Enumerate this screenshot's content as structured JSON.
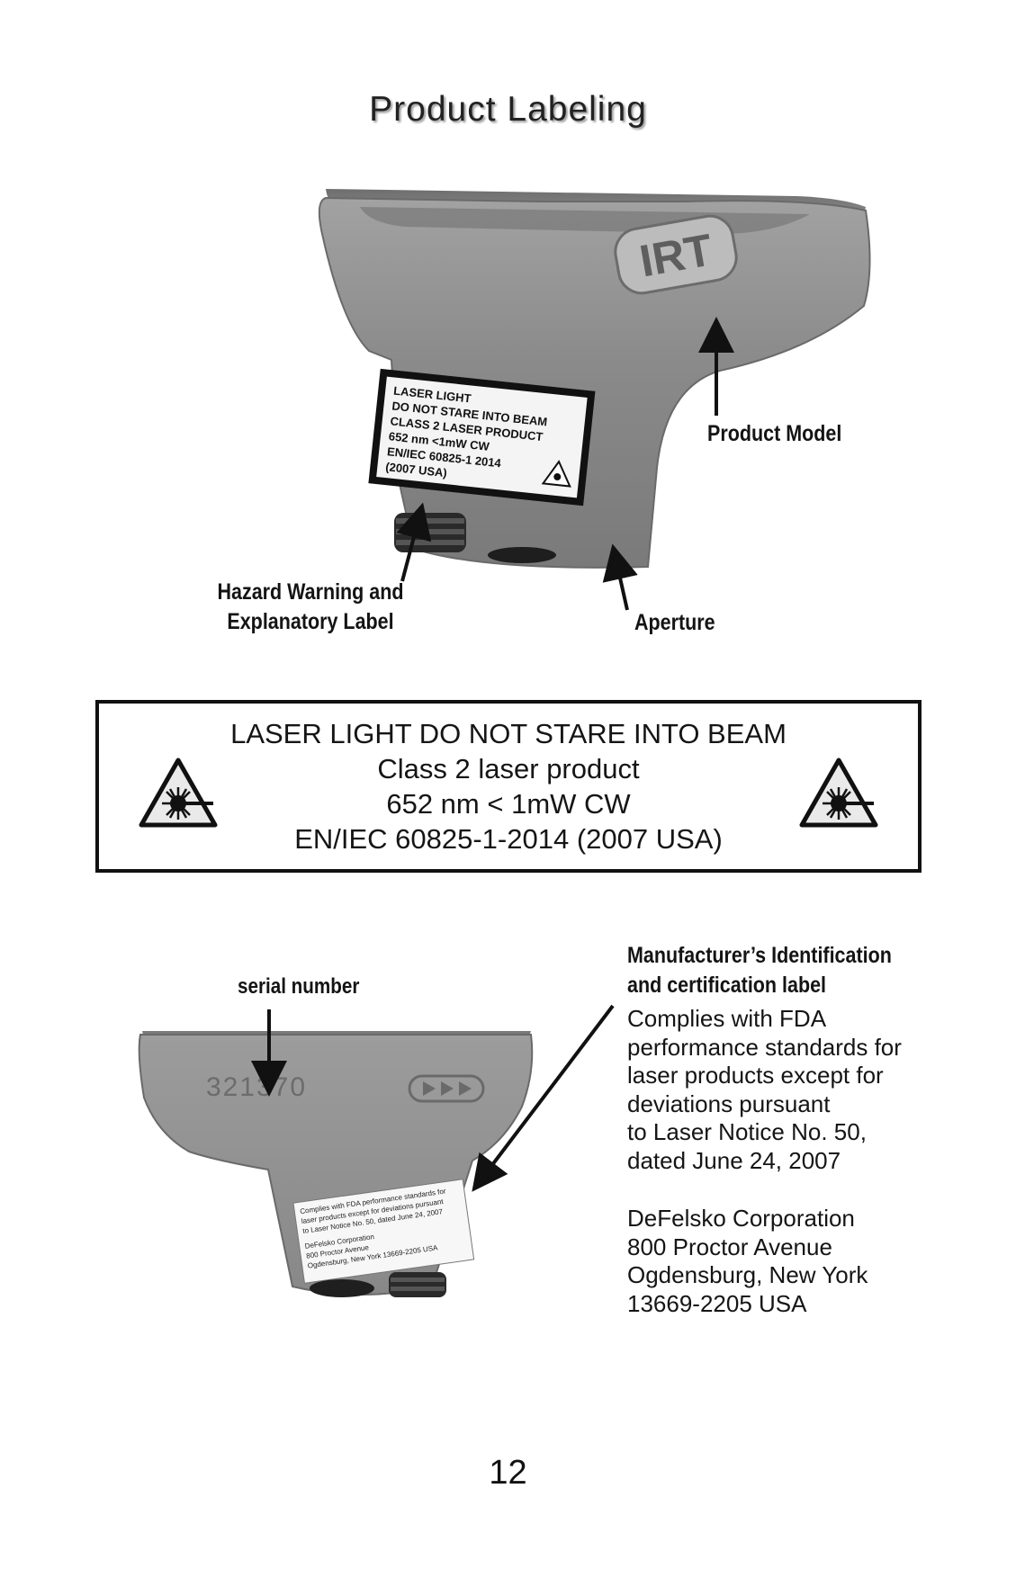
{
  "page": {
    "title": "Product Labeling",
    "page_number": "12"
  },
  "top_figure": {
    "device_logo": "IRT",
    "device_label_lines": [
      "LASER LIGHT",
      "DO NOT STARE INTO BEAM",
      "CLASS 2 LASER PRODUCT",
      "652 nm <1mW CW",
      "EN/IEC 60825-1 2014",
      "(2007 USA)"
    ],
    "callouts": {
      "product_model": "Product Model",
      "hazard_line1": "Hazard Warning and",
      "hazard_line2": "Explanatory Label",
      "aperture": "Aperture"
    }
  },
  "warning_box": {
    "lines": [
      "LASER LIGHT DO NOT STARE INTO BEAM",
      "Class 2 laser product",
      "652 nm < 1mW CW",
      "EN/IEC 60825-1-2014 (2007 USA)"
    ],
    "icon": "laser-hazard-icon"
  },
  "bottom_figure": {
    "serial_label": "serial number",
    "serial_value": "321370",
    "device_label_lines": [
      "Complies with FDA performance standards for",
      "laser products except for deviations pursuant",
      "to Laser Notice No. 50, dated June 24, 2007",
      "DeFelsko Corporation",
      "800 Proctor Avenue",
      "Ogdensburg, New York 13669-2205 USA"
    ],
    "manufacturer_heading_line1": "Manufacturer’s  Identification",
    "manufacturer_heading_line2": "and certification label",
    "compliance_lines": [
      "Complies with FDA",
      "performance standards for",
      "laser products except for",
      "deviations pursuant",
      "to Laser Notice No. 50,",
      "dated June 24, 2007"
    ],
    "address_lines": [
      "DeFelsko Corporation",
      "800 Proctor Avenue",
      "Ogdensburg, New York",
      "13669-2205 USA"
    ]
  },
  "colors": {
    "probe_body": "#8c8c8c",
    "probe_dark": "#5a5a5a",
    "text": "#151515"
  }
}
